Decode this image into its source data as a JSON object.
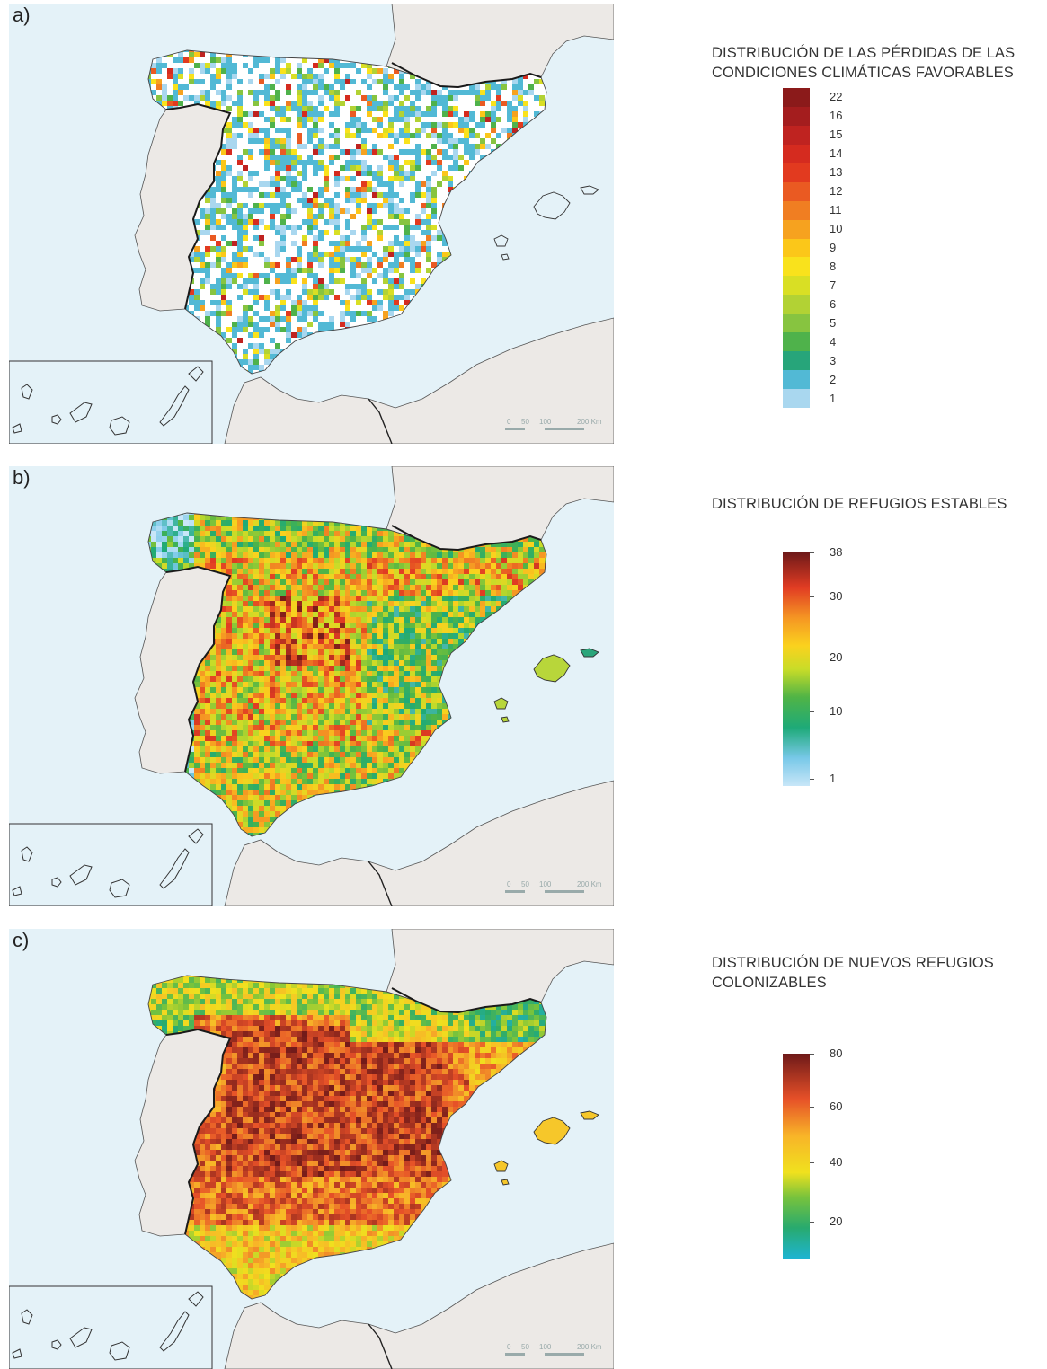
{
  "panels": [
    {
      "letter": "a)",
      "title_lines": [
        "DISTRIBUCIÓN DE LAS PÉRDIDAS DE LAS",
        "CONDICIONES CLIMÁTICAS FAVORABLES"
      ],
      "legend_type": "discrete",
      "legend_values": [
        "22",
        "16",
        "15",
        "14",
        "13",
        "12",
        "11",
        "10",
        "9",
        "8",
        "7",
        "6",
        "5",
        "4",
        "3",
        "2",
        "1"
      ],
      "legend_colors": [
        "#8b1a1a",
        "#a41d1e",
        "#bf2320",
        "#d52b1f",
        "#e23a1f",
        "#ea5a22",
        "#f07e22",
        "#f6a21f",
        "#fbc719",
        "#f9e21c",
        "#d9df24",
        "#b2d234",
        "#87c440",
        "#4fb24b",
        "#27a57a",
        "#52b9d5",
        "#a9d7ef"
      ],
      "scale_labels": [
        "0",
        "50",
        "100",
        "200 Km"
      ]
    },
    {
      "letter": "b)",
      "title_lines": [
        "DISTRIBUCIÓN DE REFUGIOS ESTABLES"
      ],
      "legend_type": "continuous",
      "legend_ticks": [
        "38",
        "30",
        "20",
        "10",
        "1"
      ],
      "scale_labels": [
        "0",
        "50",
        "100",
        "200 Km"
      ]
    },
    {
      "letter": "c)",
      "title_lines": [
        "DISTRIBUCIÓN DE NUEVOS REFUGIOS",
        "COLONIZABLES"
      ],
      "legend_type": "continuous",
      "legend_ticks": [
        "80",
        "60",
        "40",
        "20"
      ],
      "scale_labels": [
        "0",
        "50",
        "100",
        "200 Km"
      ]
    }
  ],
  "colors": {
    "sea": "#e4f2f8",
    "neighbor_land": "#ece9e6",
    "border": "#1a1a1a",
    "no_data": "#ffffff"
  }
}
